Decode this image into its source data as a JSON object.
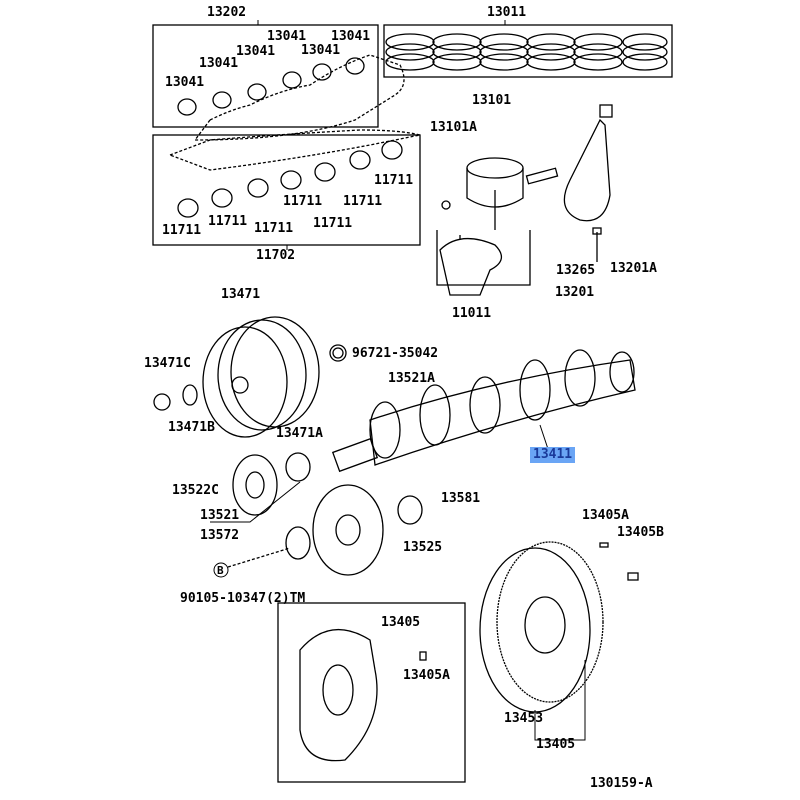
{
  "diagram_id": "130159-A",
  "highlight_color": "#6aa5f5",
  "labels": {
    "l13202": "13202",
    "l13011": "13011",
    "b1": "13041",
    "b2": "13041",
    "b3": "13041",
    "b4": "13041",
    "b5": "13041",
    "b6": "13041",
    "m1": "11711",
    "m2": "11711",
    "m3": "11711",
    "m4": "11711",
    "m5": "11711",
    "m6": "11711",
    "m7": "11711",
    "l11702": "11702",
    "l13101": "13101",
    "l13101A": "13101A",
    "l13265": "13265",
    "l13201A": "13201A",
    "l13201": "13201",
    "l11011": "11011",
    "l13471": "13471",
    "l96721": "96721-35042",
    "l13471C": "13471C",
    "l13521A": "13521A",
    "l13471B": "13471B",
    "l13471A": "13471A",
    "l13411": "13411",
    "l13522C": "13522C",
    "l13521": "13521",
    "l13581": "13581",
    "l13405A_r": "13405A",
    "l13405B": "13405B",
    "l13572": "13572",
    "l13525": "13525",
    "bmark": "B",
    "l90105": "90105-10347(2)TM",
    "l13405_box": "13405",
    "l13405A_box": "13405A",
    "l13453": "13453",
    "l13405_bot": "13405"
  }
}
